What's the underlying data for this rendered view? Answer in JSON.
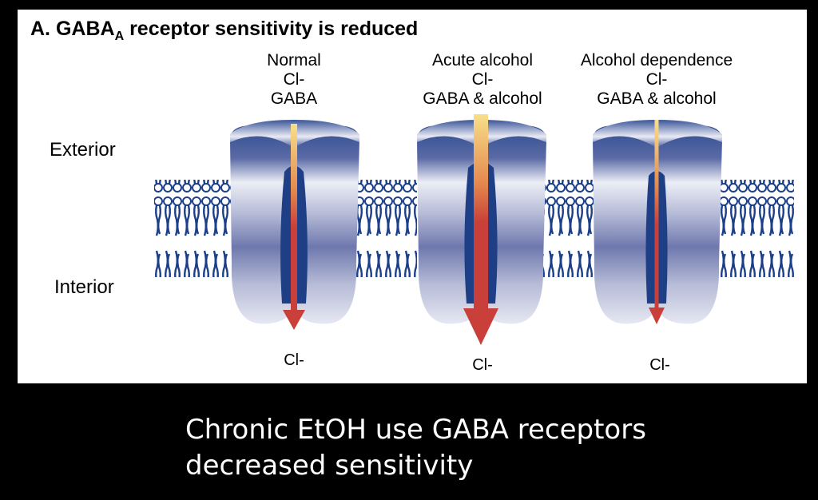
{
  "title": {
    "main": "A. GABA",
    "subscript": "A",
    "rest": " receptor sensitivity is reduced"
  },
  "side_labels": {
    "exterior": "Exterior",
    "interior": "Interior"
  },
  "conditions": [
    {
      "name": "Normal",
      "ion": "Cl-",
      "ligand": "GABA",
      "bottom_ion": "Cl-",
      "flow": "normal"
    },
    {
      "name": "Acute alcohol",
      "ion": "Cl-",
      "ligand": "GABA & alcohol",
      "bottom_ion": "Cl-",
      "flow": "increased"
    },
    {
      "name": "Alcohol dependence",
      "ion": "Cl-",
      "ligand": "GABA & alcohol",
      "bottom_ion": "Cl-",
      "flow": "reduced"
    }
  ],
  "caption": {
    "line1": "Chronic EtOH use GABA receptors",
    "line2": "decreased sensitivity"
  },
  "colors": {
    "membrane": "#1c3f8a",
    "channel_dark": "#1e3f86",
    "arrow_top": "#f7e08a",
    "arrow_bottom": "#c9403a"
  }
}
